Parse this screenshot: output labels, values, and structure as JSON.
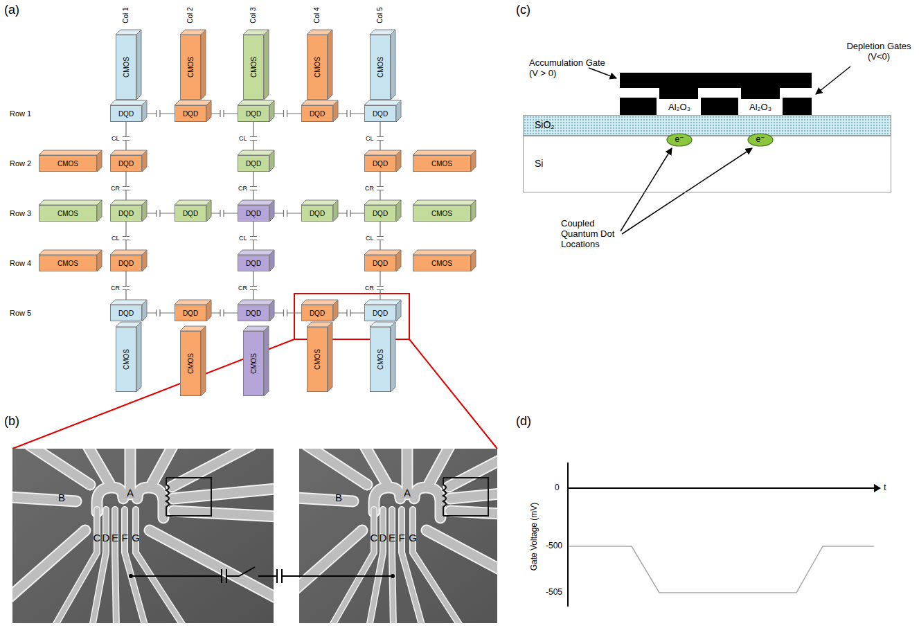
{
  "diagram": {
    "nodes": [
      {
        "text": [
          "CMOS"
        ]
      },
      {
        "text": [
          "CMOS"
        ]
      },
      {
        "text": [
          "CMOS"
        ]
      },
      {
        "text": [
          "CMOS"
        ]
      },
      {
        "text": [
          "CMOS"
        ]
      },
      {
        "text": [
          "DQD"
        ]
      },
      {
        "text": [
          "DQD"
        ]
      },
      {
        "text": [
          "DQD"
        ]
      },
      {
        "text": [
          "DQD"
        ]
      },
      {
        "text": [
          "DQD"
        ]
      },
      {
        "text": [
          "CMOS"
        ]
      },
      {
        "text": [
          "DQD"
        ]
      },
      {
        "text": [
          "DQD"
        ]
      },
      {
        "text": [
          "DQD"
        ]
      },
      {
        "text": [
          "CMOS"
        ]
      },
      {
        "text": [
          "CMOS"
        ]
      },
      {
        "text": [
          "DQD"
        ]
      },
      {
        "text": [
          "DQD"
        ]
      },
      {
        "text": [
          "DQD"
        ]
      },
      {
        "text": [
          "DQD"
        ]
      },
      {
        "text": [
          "DQD"
        ]
      },
      {
        "text": [
          "CMOS"
        ]
      },
      {
        "text": [
          "CMOS"
        ]
      },
      {
        "text": [
          "DQD"
        ]
      },
      {
        "text": [
          "DQD"
        ]
      },
      {
        "text": [
          "DQD"
        ]
      },
      {
        "text": [
          "CMOS"
        ]
      },
      {
        "text": [
          "DQD"
        ]
      },
      {
        "text": [
          "DQD"
        ]
      },
      {
        "text": [
          "DQD"
        ]
      },
      {
        "text": [
          "DQD"
        ]
      },
      {
        "text": [
          "DQD"
        ]
      },
      {
        "text": [
          "CMOS"
        ]
      },
      {
        "text": [
          "CMOS"
        ]
      },
      {
        "text": [
          "CMOS"
        ]
      },
      {
        "text": [
          "CMOS"
        ]
      },
      {
        "text": [
          "CMOS"
        ]
      },
      {
        "text": [
          "SiO₂"
        ]
      },
      {
        "text": [
          "Si"
        ]
      },
      {
        "text": [
          "e⁻"
        ],
        "in": 38
      },
      {
        "text": [
          "e⁻"
        ],
        "in": 38
      }
    ],
    "edges": [
      {
        "from": 5,
        "to": 6,
        "arrow": "none"
      },
      {
        "from": 6,
        "to": 7,
        "arrow": "none"
      },
      {
        "from": 7,
        "to": 8,
        "arrow": "none"
      },
      {
        "from": 8,
        "to": 9,
        "arrow": "none"
      },
      {
        "from": 16,
        "to": 17,
        "arrow": "none"
      },
      {
        "from": 17,
        "to": 18,
        "arrow": "none"
      },
      {
        "from": 18,
        "to": 19,
        "arrow": "none"
      },
      {
        "from": 19,
        "to": 20,
        "arrow": "none"
      },
      {
        "from": 27,
        "to": 28,
        "arrow": "none"
      },
      {
        "from": 28,
        "to": 29,
        "arrow": "none"
      },
      {
        "from": 29,
        "to": 30,
        "arrow": "none"
      },
      {
        "from": 30,
        "to": 31,
        "arrow": "none"
      },
      {
        "from": 5,
        "to": 11,
        "label": "CL",
        "arrow": "none"
      },
      {
        "from": 11,
        "to": 16,
        "label": "CR",
        "arrow": "none"
      },
      {
        "from": 16,
        "to": 23,
        "label": "CL",
        "arrow": "none"
      },
      {
        "from": 23,
        "to": 27,
        "label": "CR",
        "arrow": "none"
      },
      {
        "from": 7,
        "to": 12,
        "label": "CL",
        "arrow": "none"
      },
      {
        "from": 12,
        "to": 18,
        "label": "CR",
        "arrow": "none"
      },
      {
        "from": 18,
        "to": 24,
        "label": "CL",
        "arrow": "none"
      },
      {
        "from": 24,
        "to": 29,
        "label": "CR",
        "arrow": "none"
      },
      {
        "from": 9,
        "to": 13,
        "label": "CL",
        "arrow": "none"
      },
      {
        "from": 13,
        "to": 20,
        "label": "CR",
        "arrow": "none"
      },
      {
        "from": 20,
        "to": 25,
        "label": "CL",
        "arrow": "none"
      },
      {
        "from": 25,
        "to": 31,
        "label": "CR",
        "arrow": "none"
      }
    ],
    "labels": [
      "(a)",
      "Col 1",
      "Col 2",
      "Col 3",
      "Col 4",
      "Col 5",
      "Row 1",
      "Row 2",
      "Row 3",
      "Row 4",
      "Row 5",
      "(b)",
      "A",
      "B",
      "C",
      "D",
      "E",
      "F",
      "G",
      "A",
      "B",
      "C",
      "D",
      "E",
      "F",
      "G",
      "(c)",
      "Accumulation Gate (V > 0)",
      "Depletion Gates (V<0)",
      "Al₂O₃",
      "Al₂O₃",
      "Coupled Quantum Dot Locations",
      "(d)",
      "0",
      "-500",
      "-505",
      "Gate Voltage (mV)",
      "t"
    ]
  }
}
